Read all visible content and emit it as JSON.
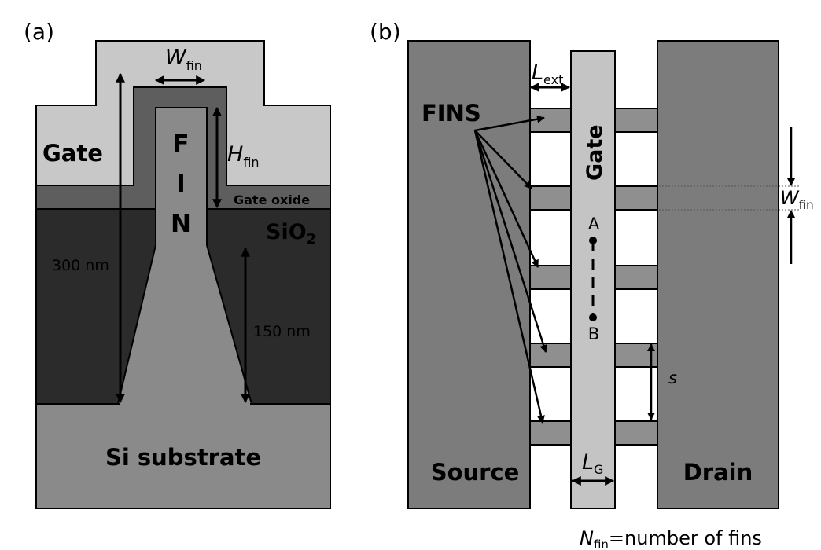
{
  "panel_a": {
    "label": "(a)",
    "gate": "Gate",
    "fin_letters": [
      "F",
      "I",
      "N"
    ],
    "gate_oxide": "Gate oxide",
    "sio2": "SiO",
    "sio2_sub": "2",
    "substrate": "Si substrate",
    "w_fin": "W",
    "w_fin_sub": "fin",
    "h_fin": "H",
    "h_fin_sub": "fin",
    "dim_300": "300 nm",
    "dim_150": "150 nm"
  },
  "panel_b": {
    "label": "(b)",
    "source": "Source",
    "drain": "Drain",
    "gate": "Gate",
    "fins": "FINS",
    "l_ext": "L",
    "l_ext_sub": "ext",
    "l_g": "L",
    "l_g_sub": "G",
    "w_fin": "W",
    "w_fin_sub": "fin",
    "point_a": "A",
    "point_b": "B",
    "spacing": "s",
    "n_fin": "N",
    "n_fin_sub": "fin",
    "n_fin_text": "=number of fins"
  },
  "colors": {
    "gate_fill": "#c8c8c8",
    "oxide_fill": "#5e5e5e",
    "sio2_fill": "#2b2b2b",
    "fin_fill": "#8a8a8a",
    "substrate_fill": "#8a8a8a",
    "source_drain_fill": "#7c7c7c",
    "fin_bar_fill": "#8f8f8f",
    "gate_b_fill": "#c4c4c4"
  }
}
